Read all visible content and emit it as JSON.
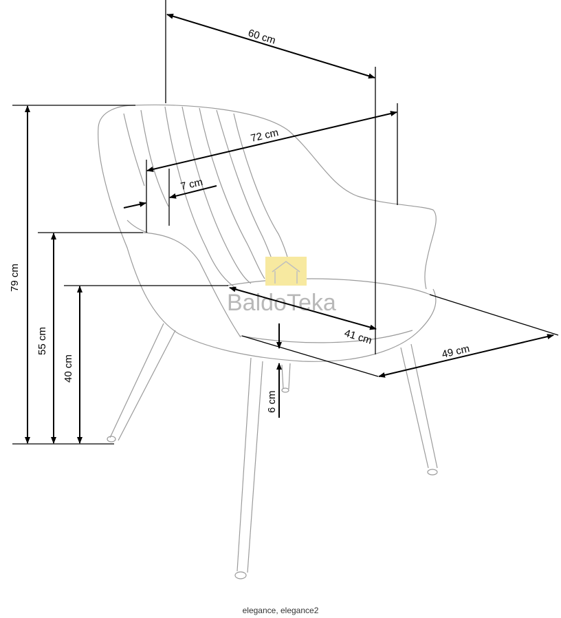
{
  "diagram": {
    "dimensions": {
      "width_top": "60 cm",
      "width_arms": "72 cm",
      "arm_thickness": "7 cm",
      "seat_depth": "41 cm",
      "depth": "49 cm",
      "total_height": "79 cm",
      "arm_height": "55 cm",
      "seat_height": "40 cm",
      "seat_thickness": "6 cm"
    },
    "watermark": "BaldoTeka",
    "colors": {
      "lines": "#000000",
      "chair": "#9a9a9a",
      "logo": "#f7e9a0"
    }
  },
  "caption": "elegance, elegance2"
}
